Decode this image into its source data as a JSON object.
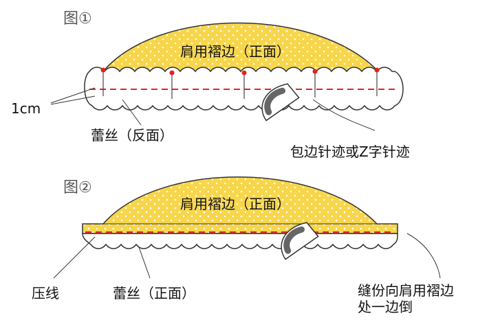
{
  "figures": [
    {
      "label": "图①",
      "fabric_label": "肩用褶边（正面）",
      "lace_label": "蕾丝（反面）",
      "seam_allowance_label": "1cm",
      "stitch_label": "包边针迹或Z字针迹"
    },
    {
      "label": "图②",
      "fabric_label": "肩用褶边（正面）",
      "lace_label": "蕾丝（正面）",
      "press_label": "压线",
      "fold_label_line1": "缝份向肩用褶边",
      "fold_label_line2": "处一边倒"
    }
  ],
  "colors": {
    "fabric": "#F7D64C",
    "fabric_dots": "#ffffff",
    "stitch": "#E32222",
    "pin_head": "#E32222",
    "outline": "#333333",
    "iron": "#6b6b6b"
  },
  "icons": [
    "pin-icon",
    "iron-icon"
  ]
}
